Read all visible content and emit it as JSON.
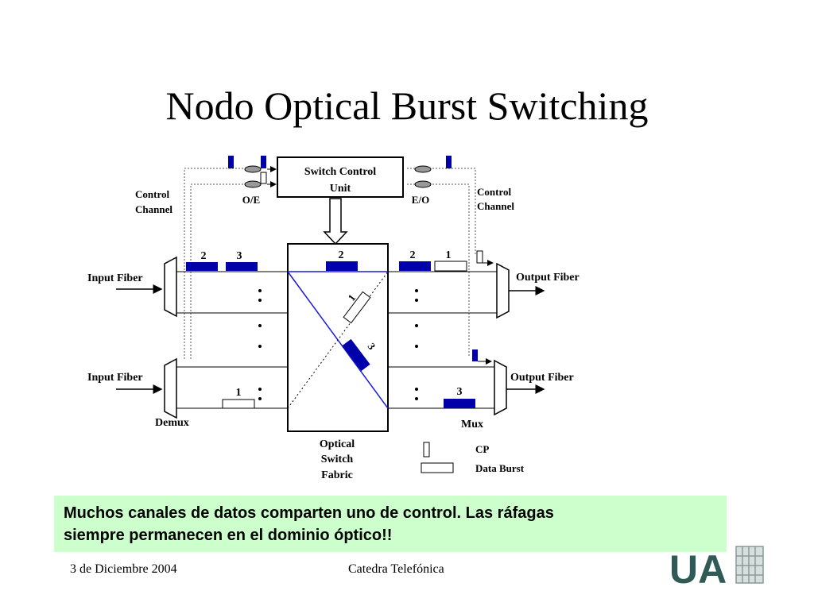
{
  "slide": {
    "title": "Nodo Optical Burst Switching"
  },
  "diagram": {
    "switch_control_unit": [
      "Switch Control",
      "Unit"
    ],
    "oe_label": "O/E",
    "eo_label": "E/O",
    "control_channel_left": [
      "Control",
      "Channel"
    ],
    "control_channel_right": [
      "Control",
      "Channel"
    ],
    "input_fiber_top": "Input Fiber",
    "input_fiber_bottom": "Input Fiber",
    "output_fiber_top": "Output Fiber",
    "output_fiber_bottom": "Output Fiber",
    "demux_label": "Demux",
    "mux_label": "Mux",
    "optical_switch_fabric": [
      "Optical",
      "Switch",
      "Fabric"
    ],
    "burst_labels": {
      "input_top_a": "2",
      "input_top_b": "3",
      "input_bottom": "1",
      "fabric_top": "2",
      "fabric_diag_1": "1",
      "fabric_diag_3": "3",
      "output_top_a": "2",
      "output_top_b": "1",
      "output_bottom": "3"
    },
    "legend": {
      "cp": "CP",
      "data_burst": "Data Burst"
    },
    "colors": {
      "burst_fill": "#0000aa",
      "line_blue": "#1a1adb"
    }
  },
  "note": {
    "line1": "Muchos canales de datos comparten uno de control. Las ráfagas",
    "line2": "siempre permanecen en el dominio óptico!!",
    "background": "#ccffcc"
  },
  "footer": {
    "date": "3 de Diciembre 2004",
    "organization": "Catedra Telefónica"
  },
  "logo": {
    "text": "UA"
  }
}
